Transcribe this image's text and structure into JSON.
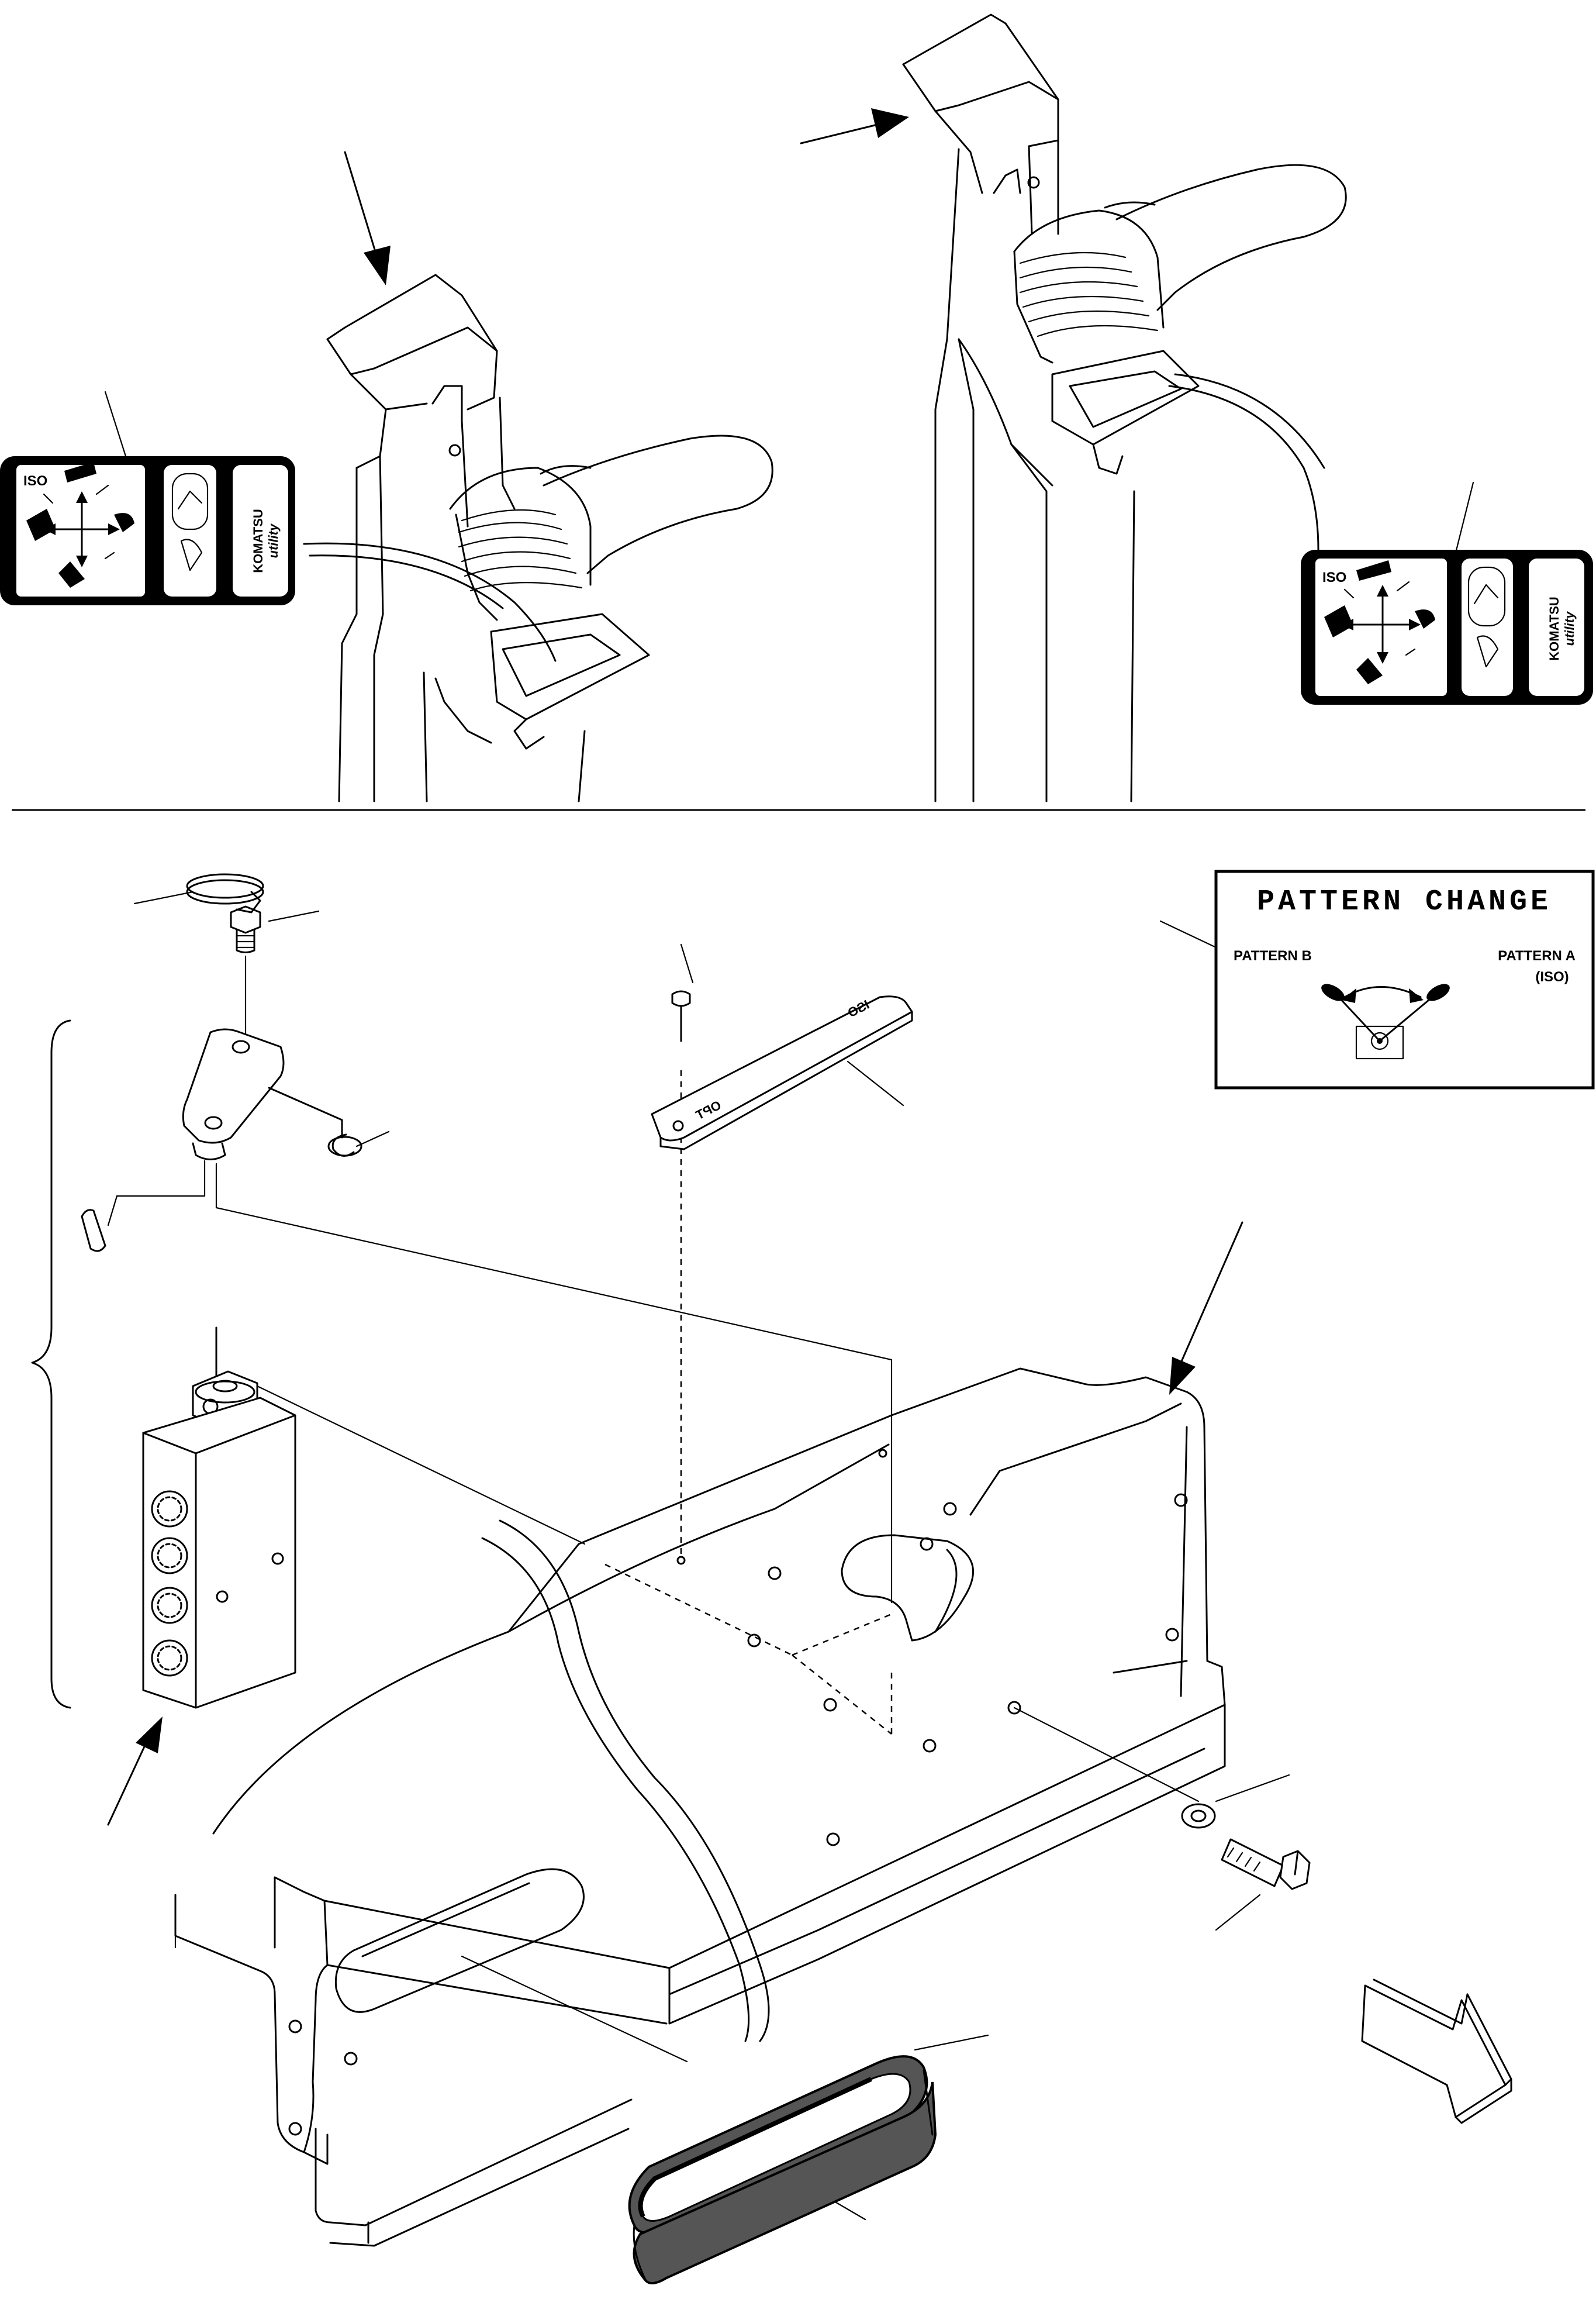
{
  "decal_left": {
    "iso_label": "ISO",
    "brand": "KOMATSU",
    "brand_sub": "utility"
  },
  "decal_right": {
    "iso_label": "ISO",
    "brand": "KOMATSU",
    "brand_sub": "utility"
  },
  "pattern_change_plate": {
    "title": "PATTERN CHANGE",
    "left_label": "PATTERN B",
    "right_label": "PATTERN A",
    "right_sub": "(ISO)"
  },
  "selector_bar": {
    "text_left": "OPT",
    "text_right": "ISO"
  },
  "icons": [
    "arrow-icon",
    "joystick-icon",
    "valve-block-icon",
    "bolt-icon",
    "washer-icon",
    "grommet-icon",
    "front-direction-arrow-icon"
  ]
}
